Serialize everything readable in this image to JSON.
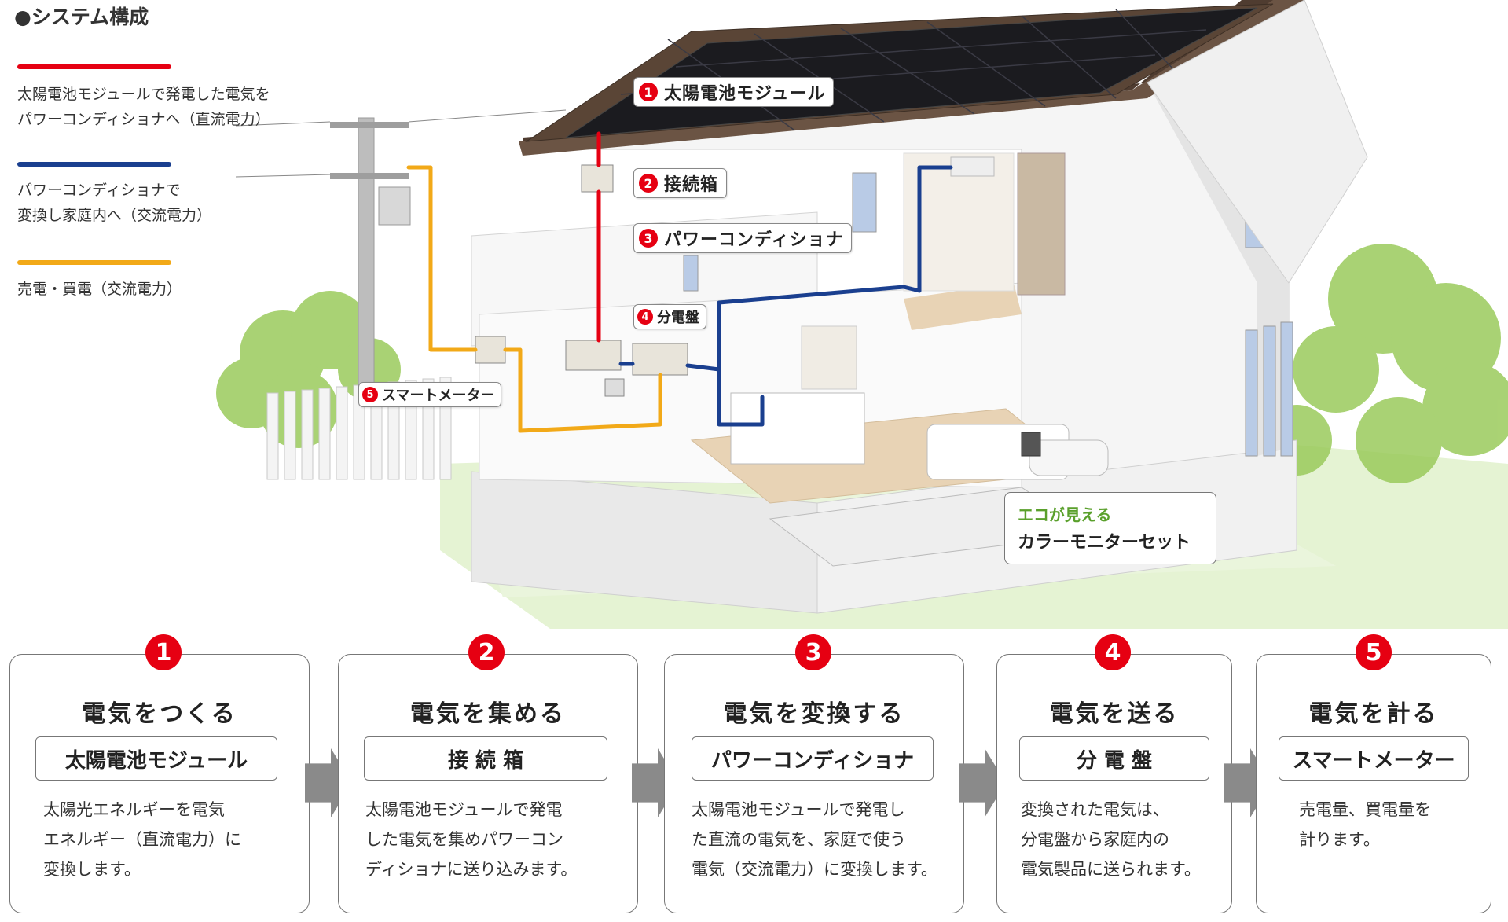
{
  "header": {
    "title": "●システム構成"
  },
  "legend": [
    {
      "color": "#e60012",
      "text": "太陽電池モジュールで発電した電気を\nパワーコンディショナへ（直流電力）"
    },
    {
      "color": "#1a3f8f",
      "text": "パワーコンディショナで\n変換し家庭内へ（交流電力）"
    },
    {
      "color": "#f2a918",
      "text": "売電・買電（交流電力）"
    }
  ],
  "callouts": [
    {
      "num": "1",
      "label": "太陽電池モジュール"
    },
    {
      "num": "2",
      "label": "接続箱"
    },
    {
      "num": "3",
      "label": "パワーコンディショナ"
    },
    {
      "num": "4",
      "label": "分電盤"
    },
    {
      "num": "5",
      "label": "スマートメーター"
    }
  ],
  "monitor": {
    "eco": "エコが見える",
    "label": "カラーモニターセット"
  },
  "colors": {
    "accent_red": "#e60012",
    "line_red": "#e60012",
    "line_blue": "#1a3f8f",
    "line_yellow": "#f2a918",
    "roof": "#5a4536",
    "panel": "#1b1b1f",
    "grass": "#b6dd82",
    "arrow_gray": "#8a8a8a"
  },
  "steps": [
    {
      "num": "1",
      "title": "電気をつくる",
      "component": "太陽電池モジュール",
      "desc": [
        "太陽光エネルギーを電気",
        "エネルギー（直流電力）に",
        "変換します。"
      ]
    },
    {
      "num": "2",
      "title": "電気を集める",
      "component": "接 続 箱",
      "desc": [
        "太陽電池モジュールで発電",
        "した電気を集めパワーコン",
        "ディショナに送り込みます。"
      ]
    },
    {
      "num": "3",
      "title": "電気を変換する",
      "component": "パワーコンディショナ",
      "desc": [
        "太陽電池モジュールで発電し",
        "た直流の電気を、家庭で使う",
        "電気（交流電力）に変換します。"
      ]
    },
    {
      "num": "4",
      "title": "電気を送る",
      "component": "分 電 盤",
      "desc": [
        "変換された電気は、",
        "分電盤から家庭内の",
        "電気製品に送られます。"
      ]
    },
    {
      "num": "5",
      "title": "電気を計る",
      "component": "スマートメーター",
      "desc": [
        "売電量、買電量を",
        "計ります。"
      ]
    }
  ]
}
